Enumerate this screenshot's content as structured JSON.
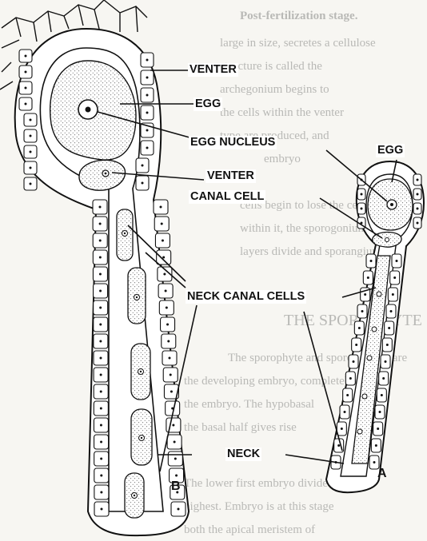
{
  "background_text": [
    "Post-fertilization stage.",
    "large in size, secretes a cellulose",
    "structure is called the",
    "archegonium begins to",
    "the cells within the venter",
    "type are produced, and",
    "embryo",
    "cells begin to lose the cells",
    "within it, the sporogonium",
    "layers divide and sporangium",
    "THE SPOROPHYTE",
    "The sporophyte and sporogonium are",
    "the developing embryo, completely",
    "the embryo. The hypobasal",
    "the basal half gives rise",
    "The lower first embryo divides",
    "highest. Embryo is at this stage",
    "both the apical meristem of"
  ],
  "labels": {
    "venter_top": "VENTER",
    "egg_b": "EGG",
    "egg_nucleus": "EGG NUCLEUS",
    "egg_a": "EGG",
    "venter_canal_line1": "VENTER",
    "venter_canal_line2": "CANAL CELL",
    "neck_canal_cells": "NECK CANAL CELLS",
    "neck": "NECK",
    "figure_a": "A",
    "figure_b": "B"
  },
  "colors": {
    "ink": "#111111",
    "paper": "#f7f6f2",
    "stipple_fill": "#e4e4e0",
    "label_bg": "#ffffff"
  }
}
